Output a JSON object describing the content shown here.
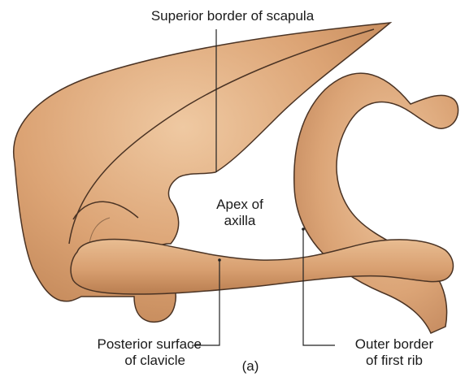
{
  "labels": {
    "superior": "Superior border of scapula",
    "apex_line1": "Apex of",
    "apex_line2": "axilla",
    "posterior_line1": "Posterior surface",
    "posterior_line2": "of clavicle",
    "outer_line1": "Outer border",
    "outer_line2": "of first rib",
    "figure": "(a)"
  },
  "colors": {
    "bone_fill": "#dba478",
    "bone_light": "#ebc29a",
    "bone_dark": "#b97e50",
    "outline": "#4a3324",
    "leader": "#222222"
  }
}
